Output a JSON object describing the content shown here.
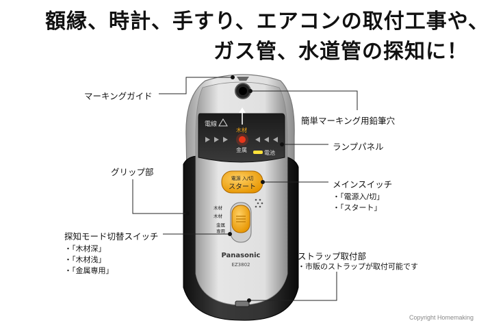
{
  "headline": {
    "line1": "額縁、時計、手すり、エアコンの取付工事や、",
    "line2": "ガス管、水道管の探知に！"
  },
  "callouts": {
    "marking_guide": "マーキングガイド",
    "pencil_hole": "簡単マーキング用鉛筆穴",
    "lamp_panel": "ランプパネル",
    "grip": "グリップ部",
    "main_switch": "メインスイッチ",
    "main_switch_items": [
      "・「電源入/切」",
      "・「スタート」"
    ],
    "mode_switch": "探知モード切替スイッチ",
    "mode_switch_items": [
      "・「木材深」",
      "・「木材浅」",
      "・「金属専用」"
    ],
    "strap": "ストラップ取付部",
    "strap_note": "・市販のストラップが取付可能です"
  },
  "device": {
    "panel_left_label": "電線",
    "panel_center_top": "木材",
    "panel_center_bottom": "金属",
    "panel_battery": "電池",
    "button_line1": "電源 入/切",
    "button_line2": "スタート",
    "mode_label_1": "木材",
    "mode_label_2": "木材",
    "mode_label_3": "金属",
    "mode_label_4": "専用",
    "brand": "Panasonic",
    "model": "EZ3802",
    "colors": {
      "body_light": "#d8d8d8",
      "body_dark": "#262626",
      "accent_orange": "#f5a814",
      "led_red": "#e8361a",
      "led_yellow": "#ffe13a"
    }
  },
  "copyright": "Copyright Homemaking"
}
